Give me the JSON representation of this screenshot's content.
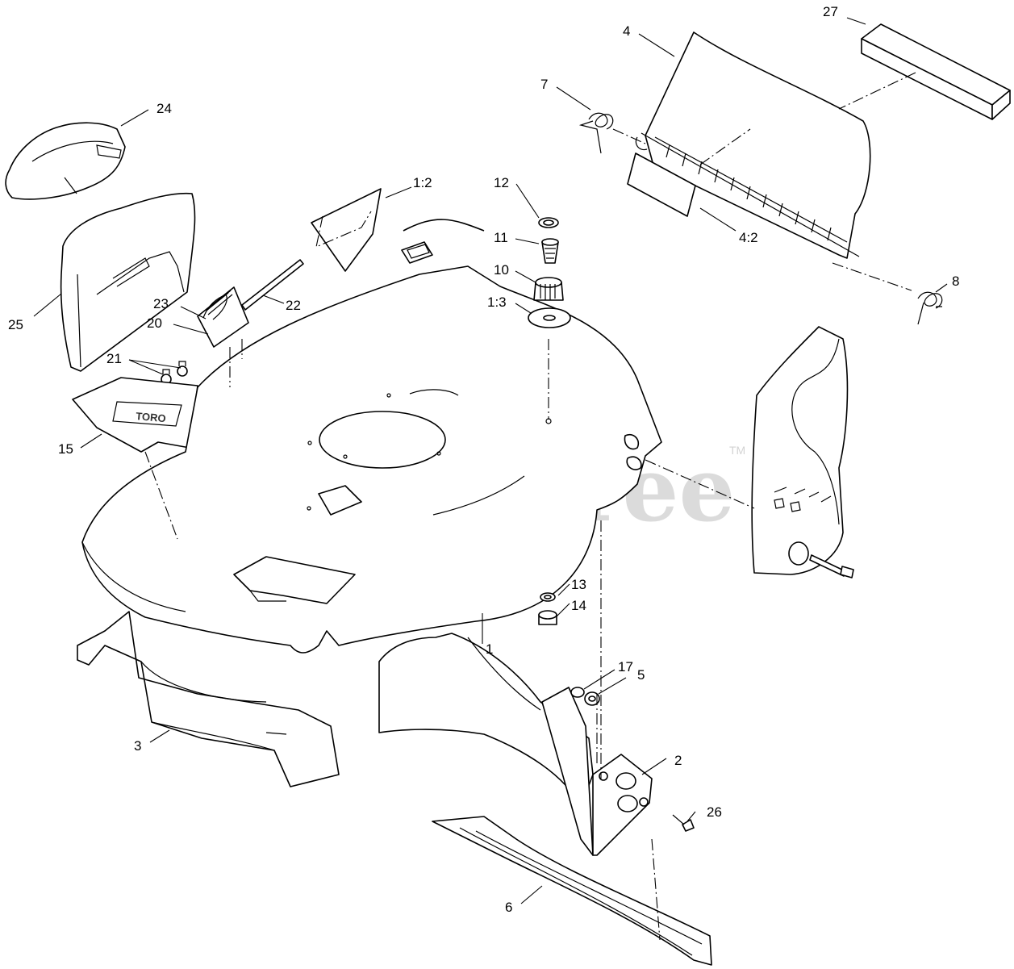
{
  "watermark": {
    "text": "PartsTree",
    "trademark": "TM"
  },
  "decal_text": "TORO",
  "callouts": {
    "c1": "1",
    "c1_2": "1:2",
    "c1_3": "1:3",
    "c2": "2",
    "c3": "3",
    "c4": "4",
    "c4_2": "4:2",
    "c5": "5",
    "c6": "6",
    "c7": "7",
    "c8": "8",
    "c10": "10",
    "c11": "11",
    "c12": "12",
    "c13": "13",
    "c14": "14",
    "c15": "15",
    "c17": "17",
    "c20": "20",
    "c21": "21",
    "c22": "22",
    "c23": "23",
    "c24": "24",
    "c25": "25",
    "c26": "26",
    "c27": "27"
  }
}
